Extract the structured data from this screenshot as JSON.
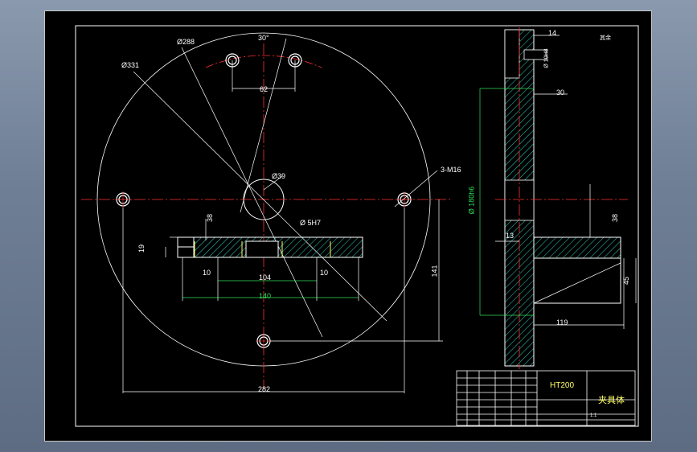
{
  "drawing": {
    "dims": {
      "d331": "Ø331",
      "d288": "Ø288",
      "angle30": "30°",
      "d62": "62",
      "d39": "Ø39",
      "thread": "3-M16",
      "bore": "Ø 5H7",
      "d38": "38",
      "d19": "19",
      "d10a": "10",
      "d104": "104",
      "d10b": "10",
      "d140": "140",
      "d141": "141",
      "d282": "282",
      "side_14": "14",
      "side_30": "30",
      "side_bore": "Ø 10H8",
      "side_dia": "Ø 180h6",
      "side_13": "13",
      "side_38": "38",
      "side_45": "45",
      "side_119": "119",
      "roughness": "其余"
    },
    "title_block": {
      "material": "HT200",
      "part_name": "夹具体",
      "scale": "1:1"
    }
  }
}
